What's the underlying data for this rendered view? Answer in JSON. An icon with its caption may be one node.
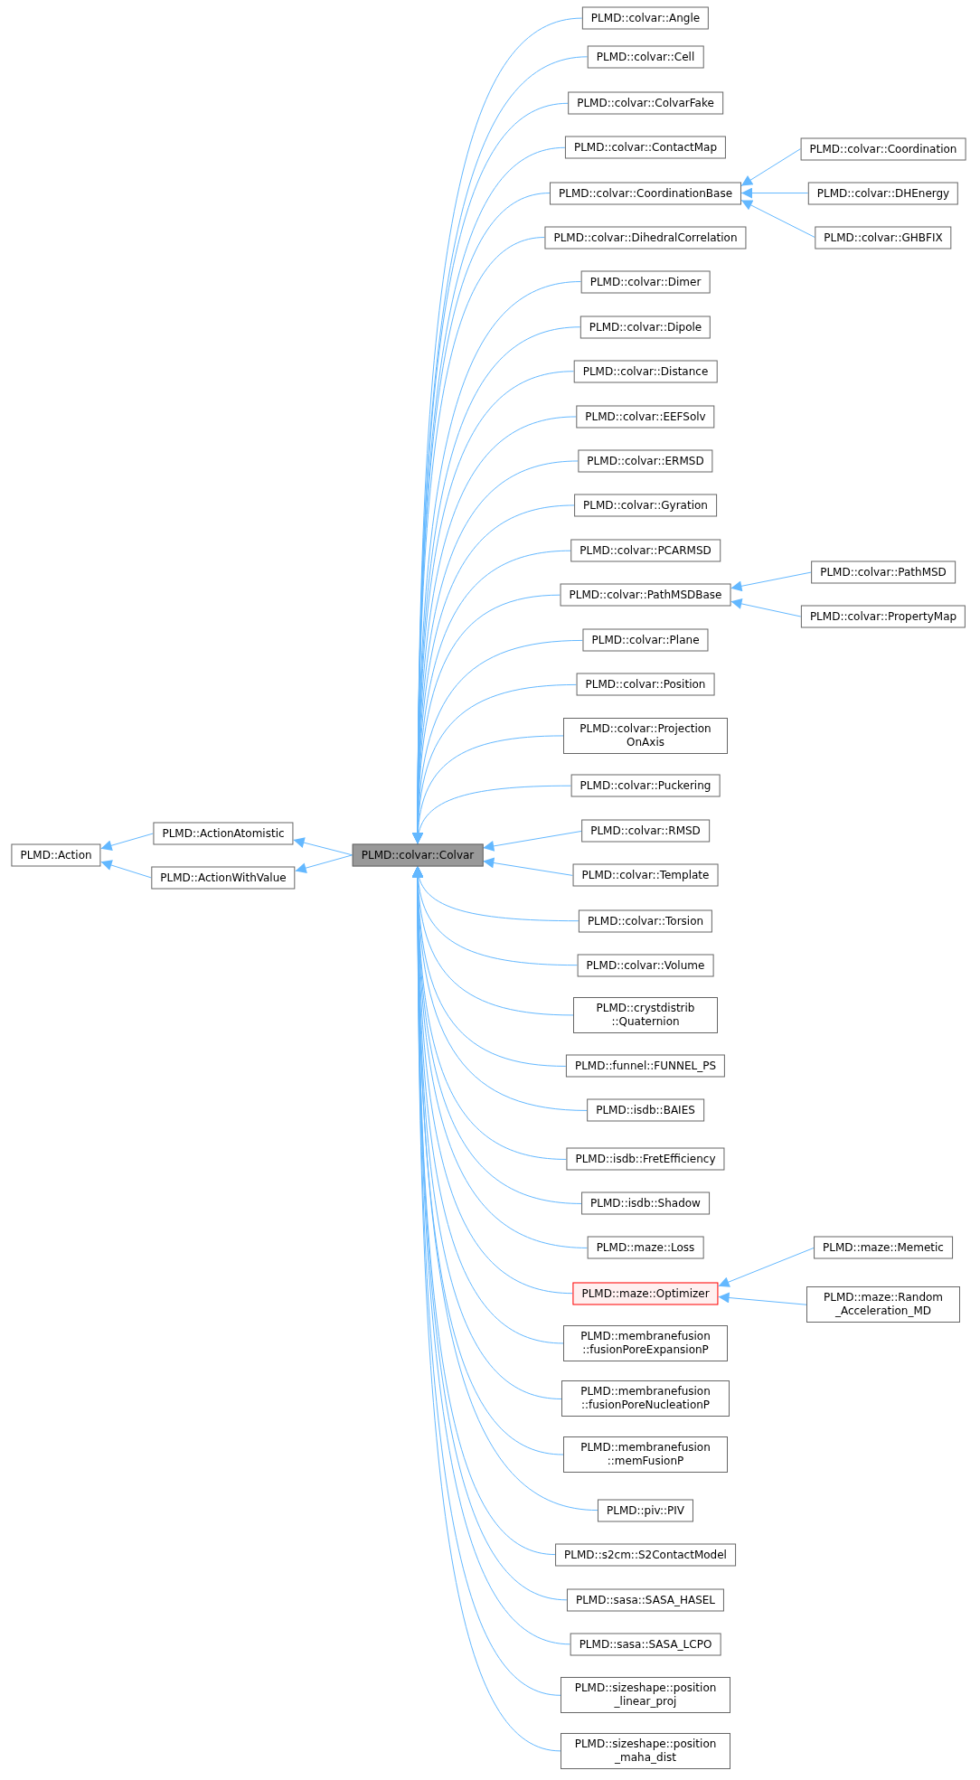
{
  "diagram": {
    "nodes": [
      {
        "text": [
          "PLMD::Action"
        ]
      },
      {
        "text": [
          "PLMD::ActionAtomistic"
        ]
      },
      {
        "text": [
          "PLMD::ActionWithValue"
        ]
      },
      {
        "text": [
          "PLMD::colvar::Colvar"
        ]
      },
      {
        "text": [
          "PLMD::colvar::Angle"
        ]
      },
      {
        "text": [
          "PLMD::colvar::Cell"
        ]
      },
      {
        "text": [
          "PLMD::colvar::ColvarFake"
        ]
      },
      {
        "text": [
          "PLMD::colvar::ContactMap"
        ]
      },
      {
        "text": [
          "PLMD::colvar::CoordinationBase"
        ]
      },
      {
        "text": [
          "PLMD::colvar::DihedralCorrelation"
        ]
      },
      {
        "text": [
          "PLMD::colvar::Dimer"
        ]
      },
      {
        "text": [
          "PLMD::colvar::Dipole"
        ]
      },
      {
        "text": [
          "PLMD::colvar::Distance"
        ]
      },
      {
        "text": [
          "PLMD::colvar::EEFSolv"
        ]
      },
      {
        "text": [
          "PLMD::colvar::ERMSD"
        ]
      },
      {
        "text": [
          "PLMD::colvar::Gyration"
        ]
      },
      {
        "text": [
          "PLMD::colvar::PCARMSD"
        ]
      },
      {
        "text": [
          "PLMD::colvar::PathMSDBase"
        ]
      },
      {
        "text": [
          "PLMD::colvar::Plane"
        ]
      },
      {
        "text": [
          "PLMD::colvar::Position"
        ]
      },
      {
        "text": [
          "PLMD::colvar::Projection OnAxis"
        ]
      },
      {
        "text": [
          "PLMD::colvar::Puckering"
        ]
      },
      {
        "text": [
          "PLMD::colvar::RMSD"
        ]
      },
      {
        "text": [
          "PLMD::colvar::Template"
        ]
      },
      {
        "text": [
          "PLMD::colvar::Torsion"
        ]
      },
      {
        "text": [
          "PLMD::colvar::Volume"
        ]
      },
      {
        "text": [
          "PLMD::crystdistrib ::Quaternion"
        ]
      },
      {
        "text": [
          "PLMD::funnel::FUNNEL_PS"
        ]
      },
      {
        "text": [
          "PLMD::isdb::BAIES"
        ]
      },
      {
        "text": [
          "PLMD::isdb::FretEfficiency"
        ]
      },
      {
        "text": [
          "PLMD::isdb::Shadow"
        ]
      },
      {
        "text": [
          "PLMD::maze::Loss"
        ]
      },
      {
        "text": [
          "PLMD::maze::Optimizer"
        ]
      },
      {
        "text": [
          "PLMD::membranefusion ::fusionPoreExpansionP"
        ]
      },
      {
        "text": [
          "PLMD::membranefusion ::fusionPoreNucleationP"
        ]
      },
      {
        "text": [
          "PLMD::membranefusion ::memFusionP"
        ]
      },
      {
        "text": [
          "PLMD::piv::PIV"
        ]
      },
      {
        "text": [
          "PLMD::s2cm::S2ContactModel"
        ]
      },
      {
        "text": [
          "PLMD::sasa::SASA_HASEL"
        ]
      },
      {
        "text": [
          "PLMD::sasa::SASA_LCPO"
        ]
      },
      {
        "text": [
          "PLMD::sizeshape::position _linear_proj"
        ]
      },
      {
        "text": [
          "PLMD::sizeshape::position _maha_dist"
        ]
      },
      {
        "text": [
          "PLMD::colvar::Coordination"
        ]
      },
      {
        "text": [
          "PLMD::colvar::DHEnergy"
        ]
      },
      {
        "text": [
          "PLMD::colvar::GHBFIX"
        ]
      },
      {
        "text": [
          "PLMD::colvar::PathMSD"
        ]
      },
      {
        "text": [
          "PLMD::colvar::PropertyMap"
        ]
      },
      {
        "text": [
          "PLMD::maze::Memetic"
        ]
      },
      {
        "text": [
          "PLMD::maze::Random _Acceleration_MD"
        ]
      }
    ],
    "edges": [
      {
        "from": 1,
        "to": 0,
        "arrow": "to"
      },
      {
        "from": 2,
        "to": 0,
        "arrow": "to"
      },
      {
        "from": 3,
        "to": 1,
        "arrow": "to"
      },
      {
        "from": 3,
        "to": 2,
        "arrow": "to"
      },
      {
        "from": 4,
        "to": 3,
        "arrow": "to"
      },
      {
        "from": 5,
        "to": 3,
        "arrow": "to"
      },
      {
        "from": 6,
        "to": 3,
        "arrow": "to"
      },
      {
        "from": 7,
        "to": 3,
        "arrow": "to"
      },
      {
        "from": 8,
        "to": 3,
        "arrow": "to"
      },
      {
        "from": 9,
        "to": 3,
        "arrow": "to"
      },
      {
        "from": 10,
        "to": 3,
        "arrow": "to"
      },
      {
        "from": 11,
        "to": 3,
        "arrow": "to"
      },
      {
        "from": 12,
        "to": 3,
        "arrow": "to"
      },
      {
        "from": 13,
        "to": 3,
        "arrow": "to"
      },
      {
        "from": 14,
        "to": 3,
        "arrow": "to"
      },
      {
        "from": 15,
        "to": 3,
        "arrow": "to"
      },
      {
        "from": 16,
        "to": 3,
        "arrow": "to"
      },
      {
        "from": 17,
        "to": 3,
        "arrow": "to"
      },
      {
        "from": 18,
        "to": 3,
        "arrow": "to"
      },
      {
        "from": 19,
        "to": 3,
        "arrow": "to"
      },
      {
        "from": 20,
        "to": 3,
        "arrow": "to"
      },
      {
        "from": 21,
        "to": 3,
        "arrow": "to"
      },
      {
        "from": 22,
        "to": 3,
        "arrow": "to"
      },
      {
        "from": 23,
        "to": 3,
        "arrow": "to"
      },
      {
        "from": 24,
        "to": 3,
        "arrow": "to"
      },
      {
        "from": 25,
        "to": 3,
        "arrow": "to"
      },
      {
        "from": 26,
        "to": 3,
        "arrow": "to"
      },
      {
        "from": 27,
        "to": 3,
        "arrow": "to"
      },
      {
        "from": 28,
        "to": 3,
        "arrow": "to"
      },
      {
        "from": 29,
        "to": 3,
        "arrow": "to"
      },
      {
        "from": 30,
        "to": 3,
        "arrow": "to"
      },
      {
        "from": 31,
        "to": 3,
        "arrow": "to"
      },
      {
        "from": 32,
        "to": 3,
        "arrow": "to"
      },
      {
        "from": 33,
        "to": 3,
        "arrow": "to"
      },
      {
        "from": 34,
        "to": 3,
        "arrow": "to"
      },
      {
        "from": 35,
        "to": 3,
        "arrow": "to"
      },
      {
        "from": 36,
        "to": 3,
        "arrow": "to"
      },
      {
        "from": 37,
        "to": 3,
        "arrow": "to"
      },
      {
        "from": 38,
        "to": 3,
        "arrow": "to"
      },
      {
        "from": 39,
        "to": 3,
        "arrow": "to"
      },
      {
        "from": 40,
        "to": 3,
        "arrow": "to"
      },
      {
        "from": 41,
        "to": 3,
        "arrow": "to"
      },
      {
        "from": 42,
        "to": 8,
        "arrow": "to"
      },
      {
        "from": 43,
        "to": 8,
        "arrow": "to"
      },
      {
        "from": 44,
        "to": 8,
        "arrow": "to"
      },
      {
        "from": 45,
        "to": 17,
        "arrow": "to"
      },
      {
        "from": 46,
        "to": 17,
        "arrow": "to"
      },
      {
        "from": 47,
        "to": 32,
        "arrow": "to"
      },
      {
        "from": 48,
        "to": 32,
        "arrow": "to"
      }
    ]
  }
}
